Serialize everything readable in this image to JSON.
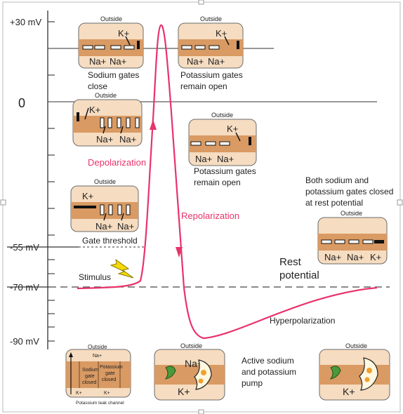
{
  "axis": {
    "ticks": {
      "plus30": "+30 mV",
      "zero": "0",
      "minus55": "-55 mV",
      "minus70": "-70 mV",
      "minus90": "-90 mV"
    }
  },
  "labels": {
    "sodium_gates_close": [
      "Sodium gates",
      "close"
    ],
    "potassium_remain_open_top": [
      "Potassium gates",
      "remain open"
    ],
    "depolarization": "Depolarization",
    "repolarization": "Repolarization",
    "potassium_remain_open_mid": [
      "Potassium gates",
      "remain open"
    ],
    "both_gates_closed": [
      "Both sodium and",
      "potassium gates closed",
      "at rest potential"
    ],
    "gate_threshold": "Gate threshold",
    "rest_potential": [
      "Rest",
      "potential"
    ],
    "stimulus": "Stimulus",
    "hyperpolarization": "Hyperpolarization",
    "pump": [
      "Active sodium",
      "and potassium",
      "pump"
    ],
    "outside": "Outside",
    "k_plus": "K+",
    "na_plus": "Na+",
    "leak_channel": "Potassium leak channel",
    "sodium_gate_closed": [
      "Sodium",
      "gate",
      "closed"
    ],
    "potassium_gate_closed": [
      "Potassium",
      "gate",
      "closed"
    ]
  },
  "colors": {
    "curve": "#e8336b",
    "membrane": "#d99a63",
    "box": "#f6dcc0",
    "stimulus": "#f5d90a"
  }
}
